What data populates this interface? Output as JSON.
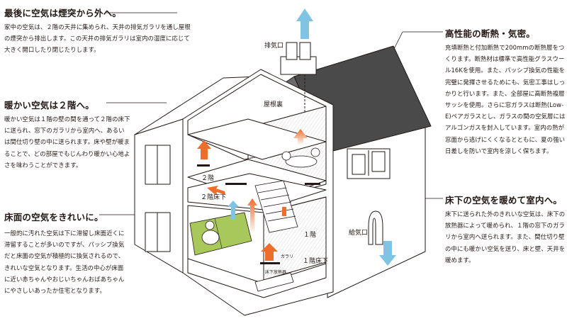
{
  "panels": {
    "chimney_exhaust": {
      "title": "最後に空気は煙突から外へ。",
      "body": "家中の空気は、２階の天井に集められ、天井の排気ガラリを通し屋根の煙突から排出します。この天井の排気ガラリは室内の湿度に応じて大きく開口したり閉じたりします。"
    },
    "warm_air_upstairs": {
      "title": "暖かい空気は２階へ。",
      "body": "暖かい空気は１階の壁の間を通って２階の床下に送られ、窓下のガラリから室内へ、あるいは間仕切り壁の中に送られます。床や壁が暖まることで、どの部屋でもじんわり暖かい心地よさを味わうことができます。"
    },
    "clean_floor_air": {
      "title": "床面の空気をきれいに。",
      "body": "一般的に汚れた空気は下に滞留し床面近くに滞留することが多いのですが、パッシブ換気だと床面の空気が積極的に換気されるので、きれいな空気となります。生活の中心が床面に近い赤ちゃんやおじいちゃんおばあちゃんにやさしいあったか住宅となります。"
    },
    "insulation": {
      "title": "高性能の断熱・気密。",
      "body": "充填断熱と付加断熱で200mmの断熱層をつくります。断熱材は標準で高性能グラスウール16Kを使用。また、パッシブ換気の性能を完璧に発揮させるためにも、気密工事はしっかりと行います。また、全部屋に高断熱複層サッシを使用。さらに窓ガラスは断熱(Low-E)ペアガラスとし、ガラスの間の空気層にはアルゴンガスを封入しています。室内の熱が窓面から逃げにくくなるとともに、夏の強い日差しを防いで室内を涼しく保ちます。"
    },
    "underfloor_air": {
      "title": "床下の空気を暖めて室内へ。",
      "body": "床下に送られた外のきれいな空気は、床下の放熱器によって暖められ、１階の窓下のガラリから室内へ送られます。また、間仕切り壁の中にも暖かい空気を送り、床と壁、天井を暖めます。"
    }
  },
  "diagram": {
    "exhaust_port": "排気口",
    "attic": "屋根裏",
    "floor2": "２階",
    "floor2_underfloor": "２階床下",
    "floor1": "１階",
    "floor1_underfloor": "１階床下",
    "grille": "ガラリ",
    "underfloor_heater": "床下放熱器",
    "intake_port": "給気口"
  },
  "colors": {
    "text": "#231815",
    "warm_arrow": "#ec6d2c",
    "cool_arrow": "#7fc4e3",
    "tatami": "#a9c85b",
    "roof": "#4a4a4a"
  }
}
